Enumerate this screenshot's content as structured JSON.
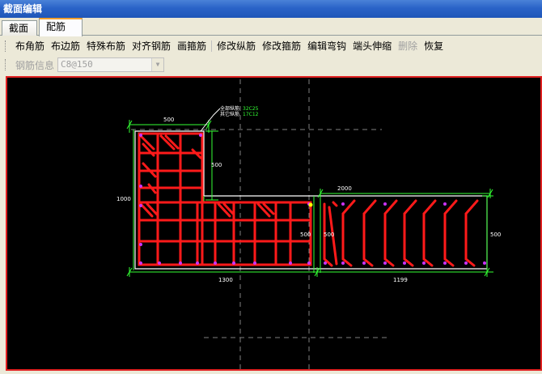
{
  "window": {
    "title": "截面编辑"
  },
  "tabs": [
    {
      "label": "截面"
    },
    {
      "label": "配筋"
    }
  ],
  "toolbar": {
    "buttons": [
      "布角筋",
      "布边筋",
      "特殊布筋",
      "对齐钢筋",
      "画箍筋",
      "修改纵筋",
      "修改箍筋",
      "编辑弯钩",
      "端头伸缩",
      "删除",
      "恢复"
    ]
  },
  "rebar_info": {
    "label": "钢筋信息",
    "value": "C8@150"
  },
  "drawing": {
    "dim_top_left": "500",
    "dim_vertical_small": "500",
    "dim_left_total": "1000",
    "dim_top_right": "2000",
    "dim_mid_vertical": "500",
    "dim_right_web": "500",
    "dim_right_end": "500",
    "dim_bottom_left": "1300",
    "dim_bottom_right": "1199",
    "note_1_label": "全部纵筋",
    "note_1_value": "32C25",
    "note_2_label": "其它纵筋",
    "note_2_value": "17C12"
  },
  "colors": {
    "rebar": "#ff1a1a",
    "dimension": "#33ff33",
    "outline": "#ffffff",
    "grid": "#808080",
    "bar_point": "#cc33ff"
  }
}
